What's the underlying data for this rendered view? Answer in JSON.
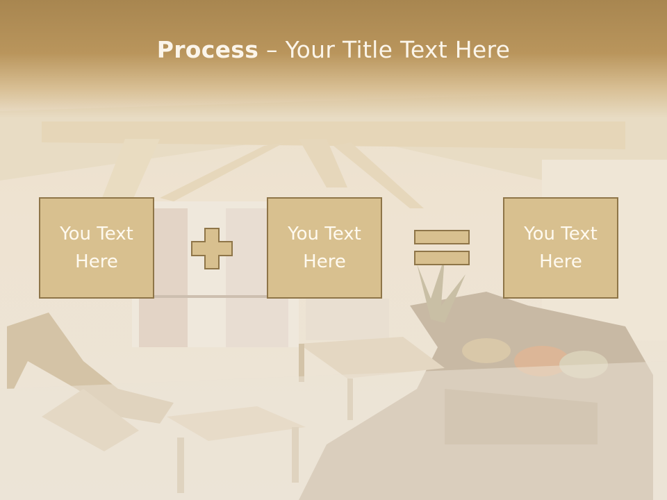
{
  "slide": {
    "title_bold": "Process",
    "title_dash": " – ",
    "title_rest": "Your Title Text Here",
    "boxes": [
      {
        "text": "You Text\nHere"
      },
      {
        "text": "You Text\nHere"
      },
      {
        "text": "You Text\nHere"
      }
    ],
    "operators": [
      "plus-icon",
      "equals-icon"
    ],
    "colors": {
      "header": "#b59257",
      "box_fill": "#d8c08f",
      "box_border": "#8e7548",
      "operator_fill": "#d8c08f",
      "title_text": "#fbf5ea"
    }
  }
}
